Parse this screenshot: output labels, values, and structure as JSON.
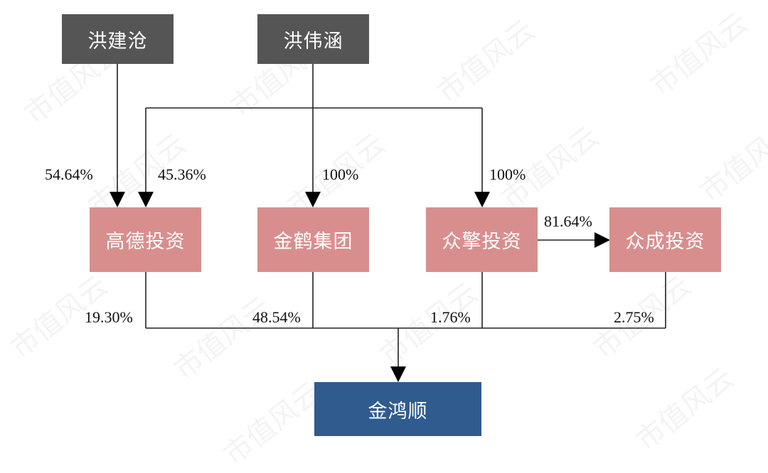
{
  "nodes": {
    "hong_jiancang": "洪建沧",
    "hong_weihan": "洪伟涵",
    "gaode": "高德投资",
    "jinhe": "金鹤集团",
    "zhongqing": "众擎投资",
    "zhongcheng": "众成投资",
    "jinhongshun": "金鸿顺"
  },
  "edges": {
    "hjc_to_gaode": "54.64%",
    "hwh_to_gaode": "45.36%",
    "hwh_to_jinhe": "100%",
    "hwh_to_zhongqing": "100%",
    "zhongqing_to_zhongcheng": "81.64%",
    "gaode_to_target": "19.30%",
    "jinhe_to_target": "48.54%",
    "zhongqing_to_target": "1.76%",
    "zhongcheng_to_target": "2.75%"
  },
  "watermark": "市值风云",
  "colors": {
    "person_box": "#555555",
    "company_box": "#d98e8e",
    "target_box": "#2f5b8e",
    "line": "#222222"
  }
}
